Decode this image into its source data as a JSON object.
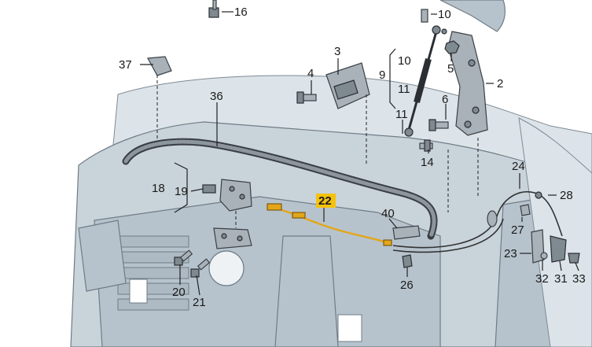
{
  "diagram": {
    "highlight_color": "#f4c20d",
    "cable_color": "#e3a61a",
    "labels": {
      "l16": "16",
      "l10a": "10",
      "l3": "3",
      "l37": "37",
      "l4": "4",
      "l9": "9",
      "l10b": "10",
      "l11a": "11",
      "l5": "5",
      "l2": "2",
      "l36": "36",
      "l6": "6",
      "l11b": "11",
      "l14": "14",
      "l24": "24",
      "l18": "18",
      "l19": "19",
      "l22": "22",
      "l28": "28",
      "l40": "40",
      "l27": "27",
      "l23": "23",
      "l32": "32",
      "l31": "31",
      "l33": "33",
      "l26": "26",
      "l20": "20",
      "l21": "21"
    }
  }
}
